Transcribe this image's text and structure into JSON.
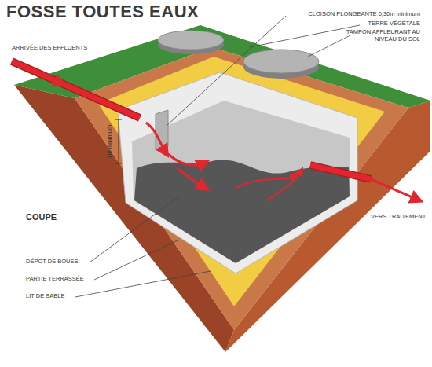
{
  "diagram": {
    "title": "FOSSE TOUTES EAUX",
    "labels": [
      "CLOISON PLONGEANTE 0,30m minimum",
      "TERRE VÉGÉTALE",
      "TAMPON AFFLEURANT AU NIVEAU DU SOL",
      "ARRIVÉE DES EFFLUENTS",
      "1m minimum",
      "VERS TRAITEMENT",
      "COUPE",
      "DÉPOT DE BOUES",
      "PARTIE TERRASSÉE",
      "LIT DE SABLE"
    ]
  }
}
